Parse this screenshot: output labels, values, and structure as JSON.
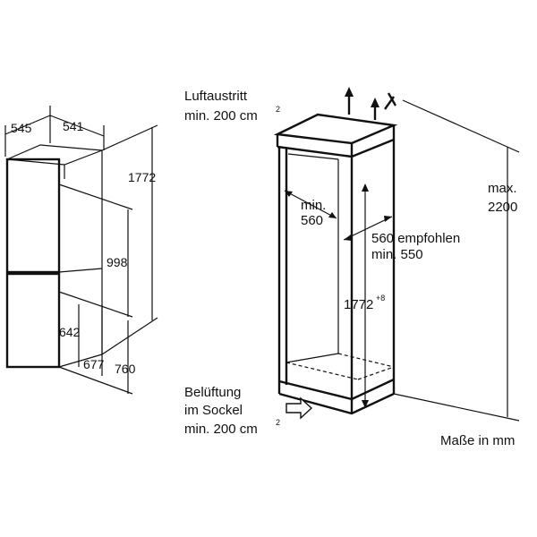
{
  "fridge": {
    "depth_total": "545",
    "depth_body": "541",
    "height_total": "1772",
    "height_upper": "998",
    "height_lower_door": "642",
    "height_lower": "677",
    "height_base": "760"
  },
  "niche": {
    "air_out_line1": "Luftaustritt",
    "air_out_line2": "min. 200 cm",
    "air_out_sup": "2",
    "depth_min_line1": "min.",
    "depth_min_line2": "560",
    "depth_rec_line1": "560 empfohlen",
    "depth_rec_line2": "min. 550",
    "height_min": "1772",
    "height_tol": "+8",
    "height_max_line1": "max.",
    "height_max_line2": "2200",
    "vent_line1": "Belüftung",
    "vent_line2": "im Sockel",
    "vent_line3": "min. 200 cm",
    "vent_sup": "2"
  },
  "footer": {
    "units": "Maße in mm"
  }
}
